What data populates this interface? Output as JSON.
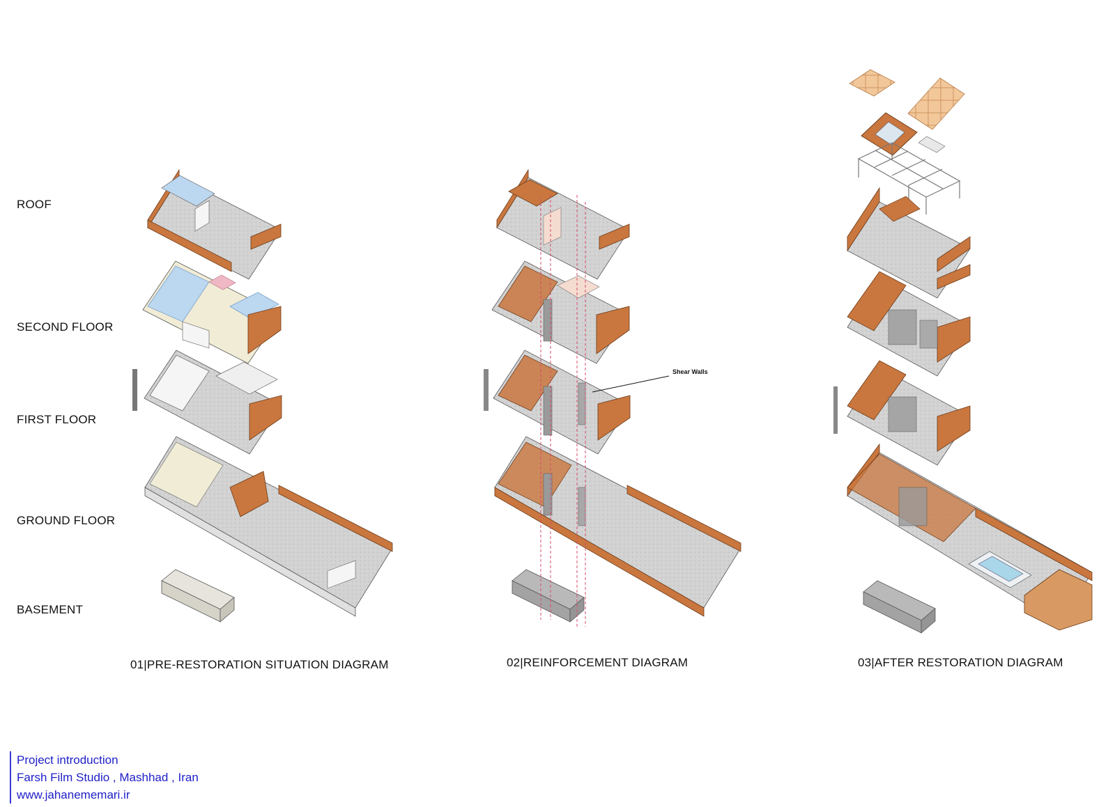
{
  "floor_labels": {
    "roof": "ROOF",
    "second": "SECOND FLOOR",
    "first": "FIRST FLOOR",
    "ground": "GROUND FLOOR",
    "basement": "BASEMENT"
  },
  "diagrams": [
    {
      "caption": "01|PRE-RESTORATION SITUATION DIAGRAM"
    },
    {
      "caption": "02|REINFORCEMENT DIAGRAM"
    },
    {
      "caption": "03|AFTER RESTORATION DIAGRAM"
    }
  ],
  "annotation": "Shear Walls",
  "credits": {
    "line1": "Project introduction",
    "line2": "Farsh Film Studio , Mashhad , Iran",
    "line3": "www.jahanememari.ir"
  },
  "colors": {
    "brick": "#c9773f",
    "brick_dark": "#a85a2a",
    "concrete": "#cfcfcf",
    "blue_walls": "#bcd7f0",
    "pink_room": "#f0b8c4",
    "cream_floor": "#f1ecd6",
    "credit_text": "#2020c8",
    "reinforce_line": "#d84a6a",
    "roof_tile": "#f2c79a"
  }
}
